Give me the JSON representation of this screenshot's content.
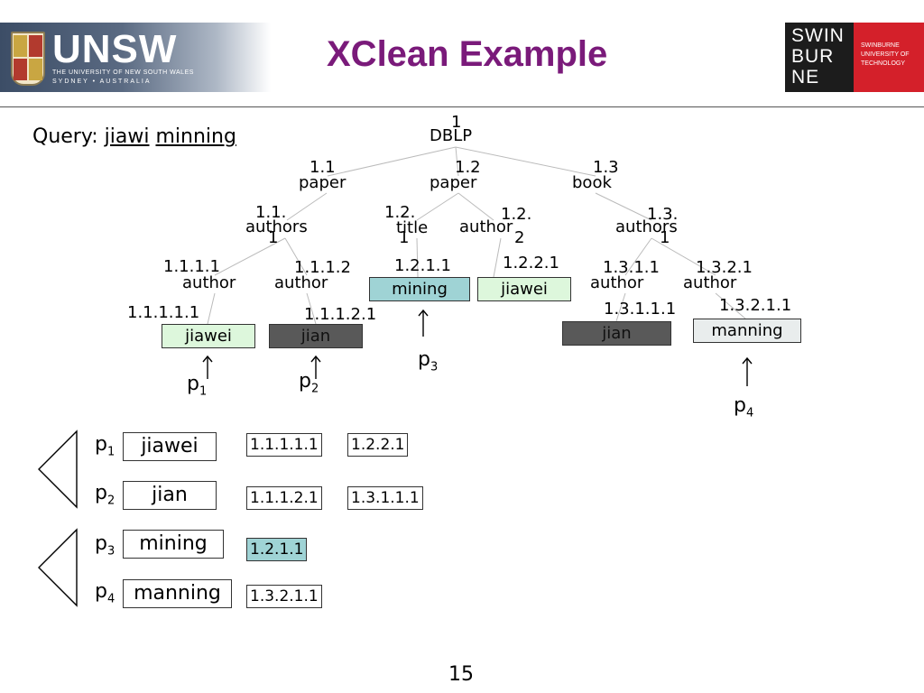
{
  "header": {
    "left_logo": {
      "word": "UNSW",
      "sub1": "THE UNIVERSITY OF NEW SOUTH WALES",
      "sub2": "SYDNEY • AUSTRALIA"
    },
    "title": "XClean Example",
    "right_logo": {
      "lines": [
        "SWIN",
        "BUR",
        "NE"
      ],
      "small": [
        "SWINBURNE",
        "UNIVERSITY OF",
        "TECHNOLOGY"
      ]
    }
  },
  "query": {
    "label": "Query:",
    "kw1": "jiawi",
    "kw2": "minning"
  },
  "tree": {
    "root_id": "1",
    "root_label": "DBLP",
    "n11_id": "1.1",
    "n11_label": "paper",
    "n12_id": "1.2",
    "n12_label": "paper",
    "n13_id": "1.3",
    "n13_label": "book",
    "n111_id_a": "1.1.",
    "n111_id_b": "1",
    "n111_label": "authors",
    "n121_id_a": "1.2.",
    "n121_id_b": "1",
    "n121_label": "title",
    "n122_id_a": "1.2.",
    "n122_id_b": "2",
    "n122_label": "author",
    "n131_id_a": "1.3.",
    "n131_id_b": "1",
    "n131_label": "authors",
    "n1111_id": "1.1.1.1",
    "n1111_label": "author",
    "n1112_id": "1.1.1.2",
    "n1112_label": "author",
    "n1211_id": "1.2.1.1",
    "n1211_value": "mining",
    "n1221_id": "1.2.2.1",
    "n1221_value": "jiawei",
    "n1311_id": "1.3.1.1",
    "n1311_label": "author",
    "n1321_id": "1.3.2.1",
    "n1321_label": "author",
    "n11111_id": "1.1.1.1.1",
    "n11111_value": "jiawei",
    "n11121_id": "1.1.1.2.1",
    "n11121_value": "jian",
    "n13111_id": "1.3.1.1.1",
    "n13111_value": "jian",
    "n13211_id": "1.3.2.1.1",
    "n13211_value": "manning"
  },
  "pointers": {
    "p1": "p",
    "p1_sub": "1",
    "p2": "p",
    "p2_sub": "2",
    "p3": "p",
    "p3_sub": "3",
    "p4": "p",
    "p4_sub": "4"
  },
  "lists": [
    {
      "p": "p",
      "sub": "1",
      "keyword": "jiawei",
      "cells": [
        "1.1.1.1.1",
        "1.2.2.1"
      ]
    },
    {
      "p": "p",
      "sub": "2",
      "keyword": "jian",
      "cells": [
        "1.1.1.2.1",
        "1.3.1.1.1"
      ]
    },
    {
      "p": "p",
      "sub": "3",
      "keyword": "mining",
      "cells": [
        "1.2.1.1"
      ]
    },
    {
      "p": "p",
      "sub": "4",
      "keyword": "manning",
      "cells": [
        "1.3.2.1.1"
      ]
    }
  ],
  "page_number": "15",
  "colors": {
    "title": "#7a1a7a",
    "green": "#ddf7dc",
    "teal": "#9fd3d5",
    "dark": "#595959",
    "light": "#e9eded"
  }
}
